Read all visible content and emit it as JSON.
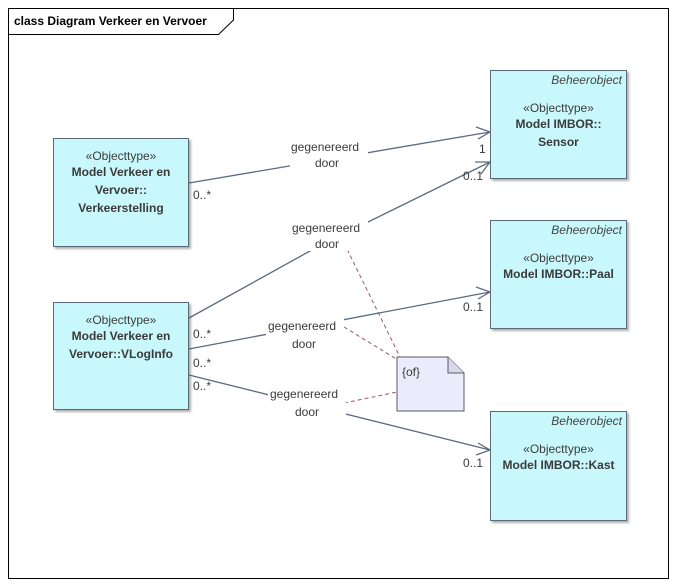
{
  "frame": {
    "title": "class Diagram Verkeer en Vervoer"
  },
  "classes": [
    {
      "id": "verkeerstelling",
      "stereotype": "«Objecttype»",
      "name_lines": [
        "Model Verkeer en",
        "Vervoer::",
        "Verkeerstelling"
      ]
    },
    {
      "id": "vloginfo",
      "stereotype": "«Objecttype»",
      "name_lines": [
        "Model Verkeer en",
        "Vervoer::VLogInfo"
      ]
    },
    {
      "id": "sensor",
      "tag": "Beheerobject",
      "stereotype": "«Objecttype»",
      "name_lines": [
        "Model IMBOR::",
        "Sensor"
      ]
    },
    {
      "id": "paal",
      "tag": "Beheerobject",
      "stereotype": "«Objecttype»",
      "name_lines": [
        "Model IMBOR::Paal"
      ]
    },
    {
      "id": "kast",
      "tag": "Beheerobject",
      "stereotype": "«Objecttype»",
      "name_lines": [
        "Model IMBOR::Kast"
      ]
    }
  ],
  "associations": [
    {
      "from": "verkeerstelling",
      "to": "sensor",
      "label_line1": "gegenereerd",
      "label_line2": "door",
      "source_mult": "0..*",
      "target_mult": "1"
    },
    {
      "from": "vloginfo",
      "to": "sensor",
      "label_line1": "gegenereerd",
      "label_line2": "door",
      "source_mult": "",
      "target_mult": "0..1"
    },
    {
      "from": "vloginfo",
      "to": "paal",
      "label_line1": "gegenereerd",
      "label_line2": "door",
      "source_mult": "0..*",
      "target_mult": "0..1"
    },
    {
      "from": "vloginfo",
      "to": "kast",
      "label_line1": "gegenereerd",
      "label_line2": "door",
      "source_mult": "0..*",
      "target_mult": "0..1"
    }
  ],
  "extra_multiplicity": "0..*",
  "note": {
    "text": "{of}"
  },
  "colors": {
    "class_fill": "#c8f8fc",
    "note_fill": "#ebebfc",
    "line": "#5b6b80",
    "note_line": "#9a5a6a"
  }
}
